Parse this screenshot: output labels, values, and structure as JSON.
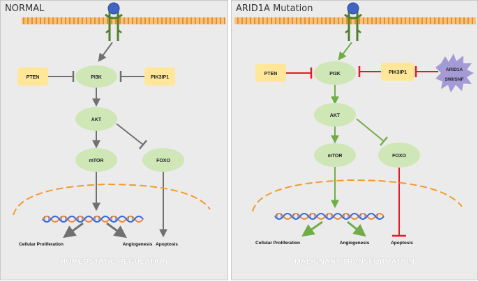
{
  "panels": {
    "left": {
      "title": "NORMAL",
      "caption": "HOMEOSTATIC REGULATION",
      "nodes": {
        "pten": "PTEN",
        "pi3k": "PI3K",
        "pik3ip1": "PIK3IP1",
        "akt": "AKT",
        "mtor": "mTOR",
        "foxo": "FOXO"
      },
      "outcomes": {
        "proliferation": "Cellular Proliferation",
        "angiogenesis": "Angiogenesis",
        "apoptosis": "Apoptosis"
      }
    },
    "right": {
      "title": "ARID1A Mutation",
      "caption": "MALIGNANT TRANSFORMATION",
      "nodes": {
        "pten": "PTEN",
        "pi3k": "PI3K",
        "pik3ip1": "PIK3IP1",
        "akt": "AKT",
        "mtor": "mTOR",
        "foxo": "FOXO",
        "arid_line1": "ARID1A",
        "arid_line2": "SWI/SNF"
      },
      "outcomes": {
        "proliferation": "Cellular Proliferation",
        "angiogenesis": "Angiogenesis",
        "apoptosis": "Apoptosis"
      }
    }
  },
  "colors": {
    "normal_edge": "#707070",
    "activation": "#70ad47",
    "inhibition": "#e31b23",
    "membrane": "#f39a2a",
    "node_fill": "#cfe6b6",
    "regulator_fill": "#ffe699",
    "arid_fill": "#a49bd6",
    "receptor_green": "#4f7f2c",
    "receptor_blue": "#3f64c4",
    "dna_blue": "#3a66d8",
    "dna_orange": "#f08a2e"
  }
}
